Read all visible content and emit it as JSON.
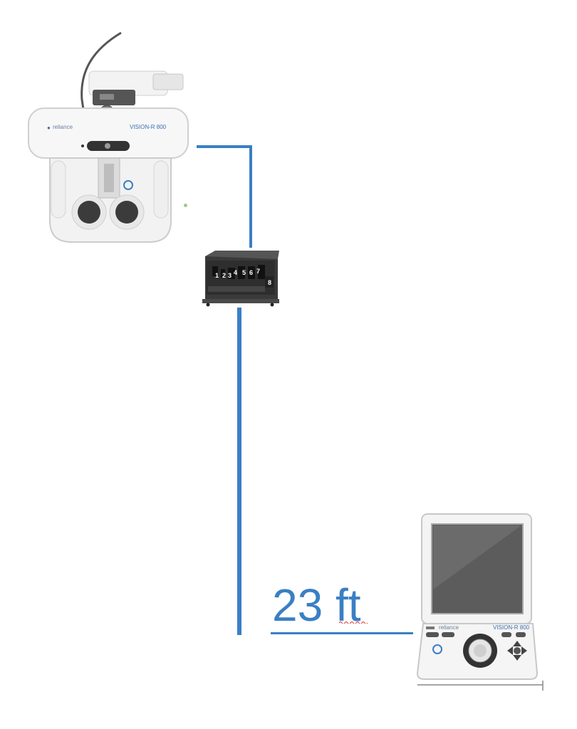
{
  "diagram": {
    "distance_label": "23 ft",
    "hub_port_labels": [
      "1",
      "2",
      "3",
      "4",
      "5",
      "6",
      "7",
      "8"
    ],
    "wire_color": "#3a7fc4",
    "phoropter": {
      "icon": "phoropter-head-icon"
    },
    "hub": {
      "icon": "connection-hub-icon"
    },
    "controller": {
      "icon": "tablet-controller-icon"
    }
  }
}
